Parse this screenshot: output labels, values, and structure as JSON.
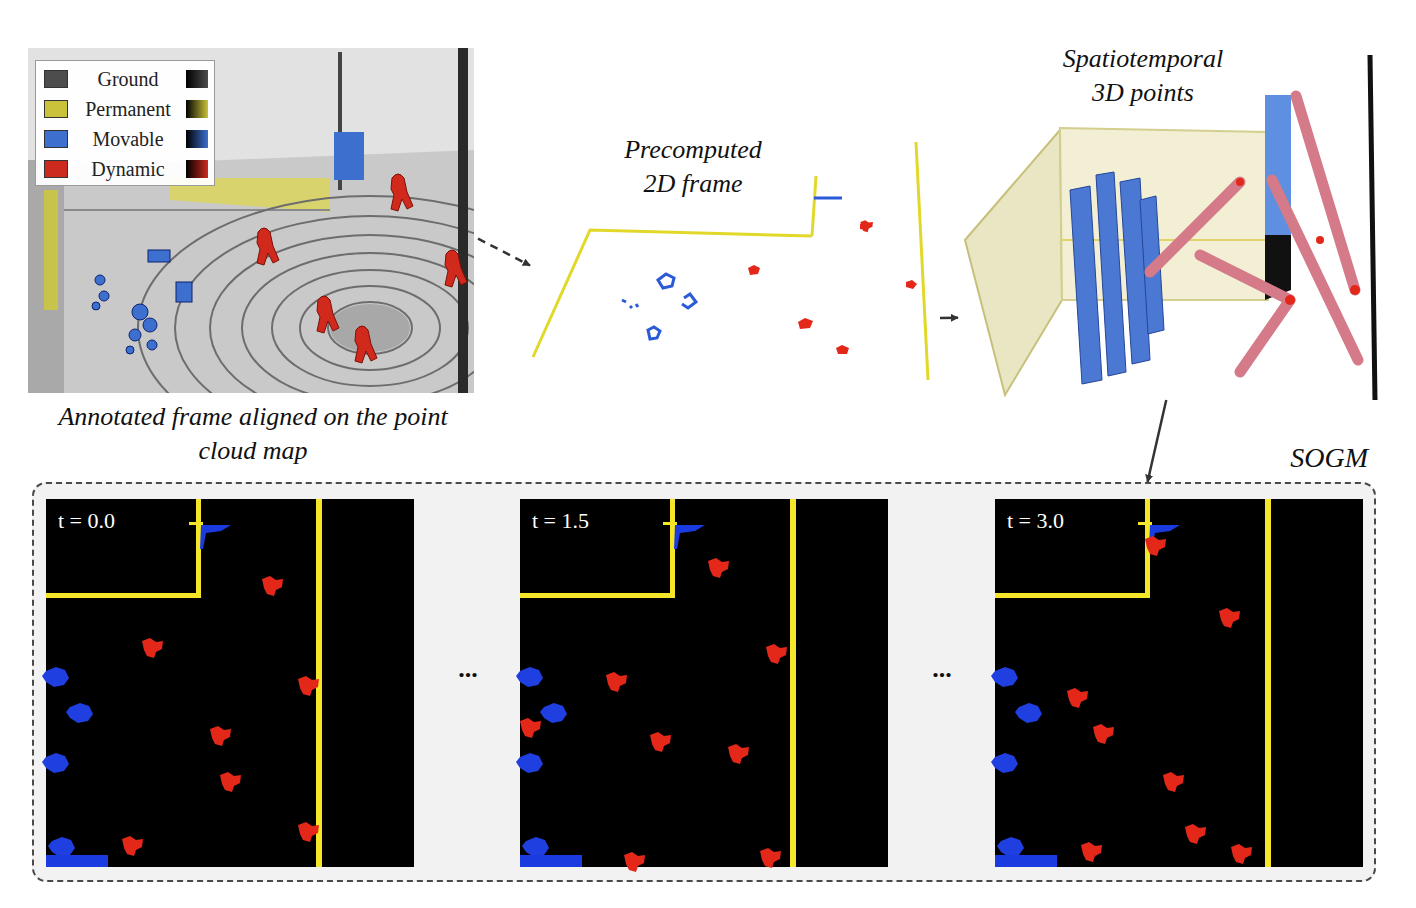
{
  "diagram": {
    "nodes": [
      {
        "text": [
          "Annotated frame aligned on the point cloud map"
        ]
      },
      {
        "text": [
          "Precomputed 2D frame"
        ]
      },
      {
        "text": [
          "Spatiotemporal 3D points"
        ]
      },
      {
        "text": [
          "SOGM"
        ]
      },
      {
        "text": [
          "t = 0.0"
        ],
        "in": 3
      },
      {
        "text": [
          "t = 1.5"
        ],
        "in": 3
      },
      {
        "text": [
          "t = 3.0"
        ],
        "in": 3
      }
    ],
    "edges": [
      {
        "from": 0,
        "to": 1,
        "arrow": "to"
      },
      {
        "from": 1,
        "to": 2,
        "arrow": "to"
      },
      {
        "from": 2,
        "to": 3,
        "arrow": "to"
      }
    ],
    "labels": [
      "...",
      "..."
    ],
    "legend": [
      {
        "text": "Ground",
        "color": "#4d4d4d"
      },
      {
        "text": "Permanent",
        "color": "#c9c23a"
      },
      {
        "text": "Movable",
        "color": "#3d6fcf"
      },
      {
        "text": "Dynamic",
        "color": "#cc2a1e"
      }
    ]
  }
}
